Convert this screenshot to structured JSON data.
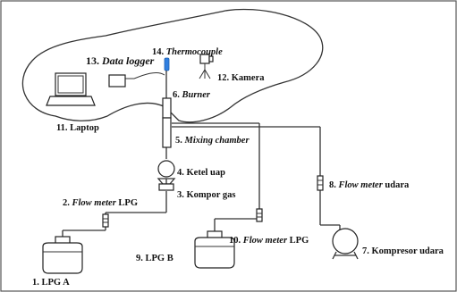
{
  "labels": {
    "lpg_a": "1. LPG A",
    "flowmeter_lpg_2_pre": "2. ",
    "flowmeter_lpg_2_it": "Flow meter",
    "flowmeter_lpg_2_post": " LPG",
    "kompor_gas": "3. Kompor gas",
    "ketel_uap": "4. Ketel uap",
    "mixing_pre": "5. ",
    "mixing_it": "Mixing chamber",
    "burner_pre": "6. ",
    "burner_it": "Burner",
    "kompresor_udara": "7. Kompresor udara",
    "flowmeter_udara_pre": "8. ",
    "flowmeter_udara_it": "Flow meter",
    "flowmeter_udara_post": " udara",
    "lpg_b": "9. LPG B",
    "flowmeter_lpg_10_pre": "10. ",
    "flowmeter_lpg_10_it": "Flow meter",
    "flowmeter_lpg_10_post": " LPG",
    "laptop": "11. Laptop",
    "kamera": "12. Kamera",
    "datalogger_pre": "13. ",
    "datalogger_it": "Data logger",
    "thermocouple_pre": "14. ",
    "thermocouple_it": "Thermocouple"
  },
  "icons": {
    "lpg_tank": "lpg-tank-icon",
    "flow_meter": "flow-meter-icon",
    "stove": "gas-stove-icon",
    "boiler": "steam-boiler-icon",
    "mixing_chamber": "mixing-chamber-icon",
    "burner": "burner-icon",
    "compressor": "air-compressor-icon",
    "laptop": "laptop-icon",
    "camera": "camera-icon",
    "data_logger": "data-logger-icon",
    "thermocouple": "thermocouple-icon"
  },
  "colors": {
    "line": "#333333",
    "border": "#555555",
    "thermocouple_tip": "#2f7fe0"
  }
}
